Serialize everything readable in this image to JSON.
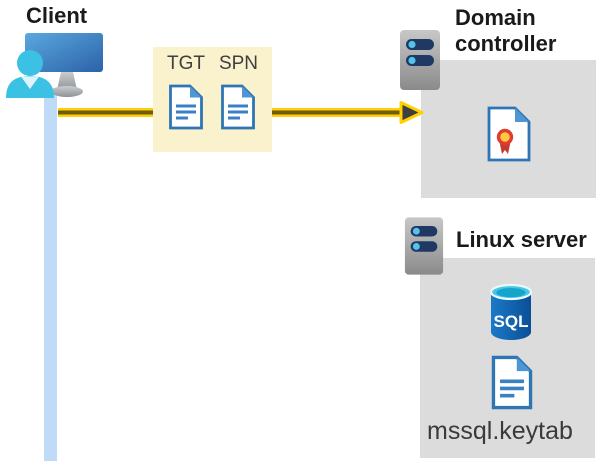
{
  "client": {
    "label": "Client"
  },
  "tickets": {
    "tgt_label": "TGT",
    "spn_label": "SPN"
  },
  "domain_controller": {
    "label": "Domain controller"
  },
  "linux_server": {
    "label": "Linux server",
    "sql_label": "SQL",
    "keytab_label": "mssql.keytab"
  },
  "icons": {
    "client": "user-at-computer-icon",
    "domain_controller": "server-tower-icon",
    "linux_server": "server-tower-icon",
    "tgt": "document-icon",
    "spn": "document-icon",
    "certificate": "certificate-icon",
    "database": "sql-database-icon",
    "keytab": "document-icon",
    "flow": "arrow-right-icon"
  },
  "colors": {
    "arrow_yellow": "#ffd100",
    "arrow_core": "#6e5c10",
    "arrowhead_dark": "#3f3f3f",
    "ticket_box_bg": "#faf1cd",
    "server_box_bg": "#dcdcdc",
    "lifeline_blue": "#bfdbf7",
    "doc_blue": "#2e75b6",
    "doc_fold_blue": "#4e96d4",
    "cert_red": "#d0342c",
    "cert_gold": "#ffc83d",
    "sql_body_blue": "#0f5fa8",
    "sql_top_cyan": "#46c7e5",
    "person_cyan": "#3bc1e3",
    "server_bar_navy": "#1f3864",
    "title_text": "#1a1a1a",
    "label_text": "#3f3f3f"
  }
}
